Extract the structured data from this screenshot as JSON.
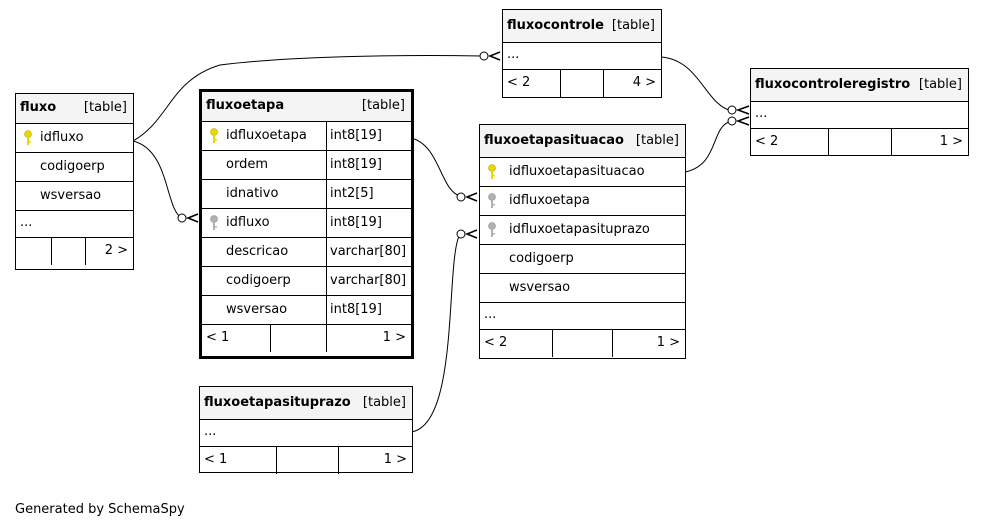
{
  "tables": {
    "fluxo": {
      "name": "fluxo",
      "type": "[table]",
      "columns": [
        {
          "name": "idfluxo",
          "key": "pk"
        },
        {
          "name": "codigoerp",
          "key": ""
        },
        {
          "name": "wsversao",
          "key": ""
        }
      ],
      "ellipsis": "...",
      "footer": [
        "",
        "",
        "2 >"
      ]
    },
    "fluxoetapa": {
      "name": "fluxoetapa",
      "type": "[table]",
      "columns": [
        {
          "name": "idfluxoetapa",
          "type": "int8[19]",
          "key": "pk"
        },
        {
          "name": "ordem",
          "type": "int8[19]",
          "key": ""
        },
        {
          "name": "idnativo",
          "type": "int2[5]",
          "key": ""
        },
        {
          "name": "idfluxo",
          "type": "int8[19]",
          "key": "fk"
        },
        {
          "name": "descricao",
          "type": "varchar[80]",
          "key": ""
        },
        {
          "name": "codigoerp",
          "type": "varchar[80]",
          "key": ""
        },
        {
          "name": "wsversao",
          "type": "int8[19]",
          "key": ""
        }
      ],
      "footer": [
        "< 1",
        "",
        "1 >"
      ]
    },
    "fluxocontrole": {
      "name": "fluxocontrole",
      "type": "[table]",
      "ellipsis": "...",
      "footer": [
        "< 2",
        "",
        "4 >"
      ]
    },
    "fluxocontroleregistro": {
      "name": "fluxocontroleregistro",
      "type": "[table]",
      "ellipsis": "...",
      "footer": [
        "< 2",
        "",
        "1 >"
      ]
    },
    "fluxoetapasituacao": {
      "name": "fluxoetapasituacao",
      "type": "[table]",
      "columns": [
        {
          "name": "idfluxoetapasituacao",
          "key": "pk"
        },
        {
          "name": "idfluxoetapa",
          "key": "fk"
        },
        {
          "name": "idfluxoetapasituprazo",
          "key": "fk"
        },
        {
          "name": "codigoerp",
          "key": ""
        },
        {
          "name": "wsversao",
          "key": ""
        }
      ],
      "ellipsis": "...",
      "footer": [
        "< 2",
        "",
        "1 >"
      ]
    },
    "fluxoetapasituprazo": {
      "name": "fluxoetapasituprazo",
      "type": "[table]",
      "ellipsis": "...",
      "footer": [
        "< 1",
        "",
        "1 >"
      ]
    }
  },
  "footer_note": "Generated by SchemaSpy",
  "colors": {
    "pk_key": "#e8d800",
    "fk_key": "#b0b0b0",
    "header_bg": "#f4f4f4",
    "line": "#000000"
  }
}
